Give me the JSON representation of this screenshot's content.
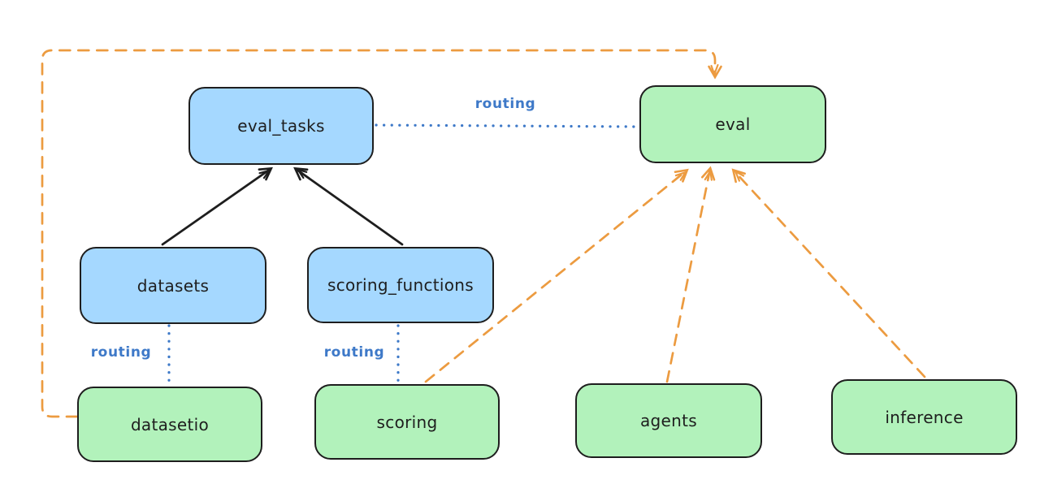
{
  "diagram": {
    "tool_style": "excalidraw-hand-drawn",
    "background": "#ffffff",
    "colors": {
      "blue_node_fill": "#a5d8ff",
      "green_node_fill": "#b2f2bb",
      "node_stroke": "#1e1e1e",
      "solid_arrow": "#1e1e1e",
      "routing_blue": "#3e79c8",
      "dashed_orange": "#ec9b40"
    },
    "nodes": [
      {
        "id": "eval_tasks",
        "label": "eval_tasks",
        "fill": "blue"
      },
      {
        "id": "eval",
        "label": "eval",
        "fill": "green"
      },
      {
        "id": "datasets",
        "label": "datasets",
        "fill": "blue"
      },
      {
        "id": "scoring_functions",
        "label": "scoring_functions",
        "fill": "blue"
      },
      {
        "id": "datasetio",
        "label": "datasetio",
        "fill": "green"
      },
      {
        "id": "scoring",
        "label": "scoring",
        "fill": "green"
      },
      {
        "id": "agents",
        "label": "agents",
        "fill": "green"
      },
      {
        "id": "inference",
        "label": "inference",
        "fill": "green"
      }
    ],
    "edges": [
      {
        "from": "datasets",
        "to": "eval_tasks",
        "style": "solid-black-arrow",
        "label": ""
      },
      {
        "from": "scoring_functions",
        "to": "eval_tasks",
        "style": "solid-black-arrow",
        "label": ""
      },
      {
        "from": "eval_tasks",
        "to": "eval",
        "style": "dotted-blue-line",
        "label": "routing"
      },
      {
        "from": "datasets",
        "to": "datasetio",
        "style": "dotted-blue-line",
        "label": "routing"
      },
      {
        "from": "scoring_functions",
        "to": "scoring",
        "style": "dotted-blue-line",
        "label": "routing"
      },
      {
        "from": "datasetio",
        "to": "eval",
        "style": "dashed-orange-arrow",
        "label": ""
      },
      {
        "from": "scoring",
        "to": "eval",
        "style": "dashed-orange-arrow",
        "label": ""
      },
      {
        "from": "agents",
        "to": "eval",
        "style": "dashed-orange-arrow",
        "label": ""
      },
      {
        "from": "inference",
        "to": "eval",
        "style": "dashed-orange-arrow",
        "label": ""
      }
    ]
  }
}
